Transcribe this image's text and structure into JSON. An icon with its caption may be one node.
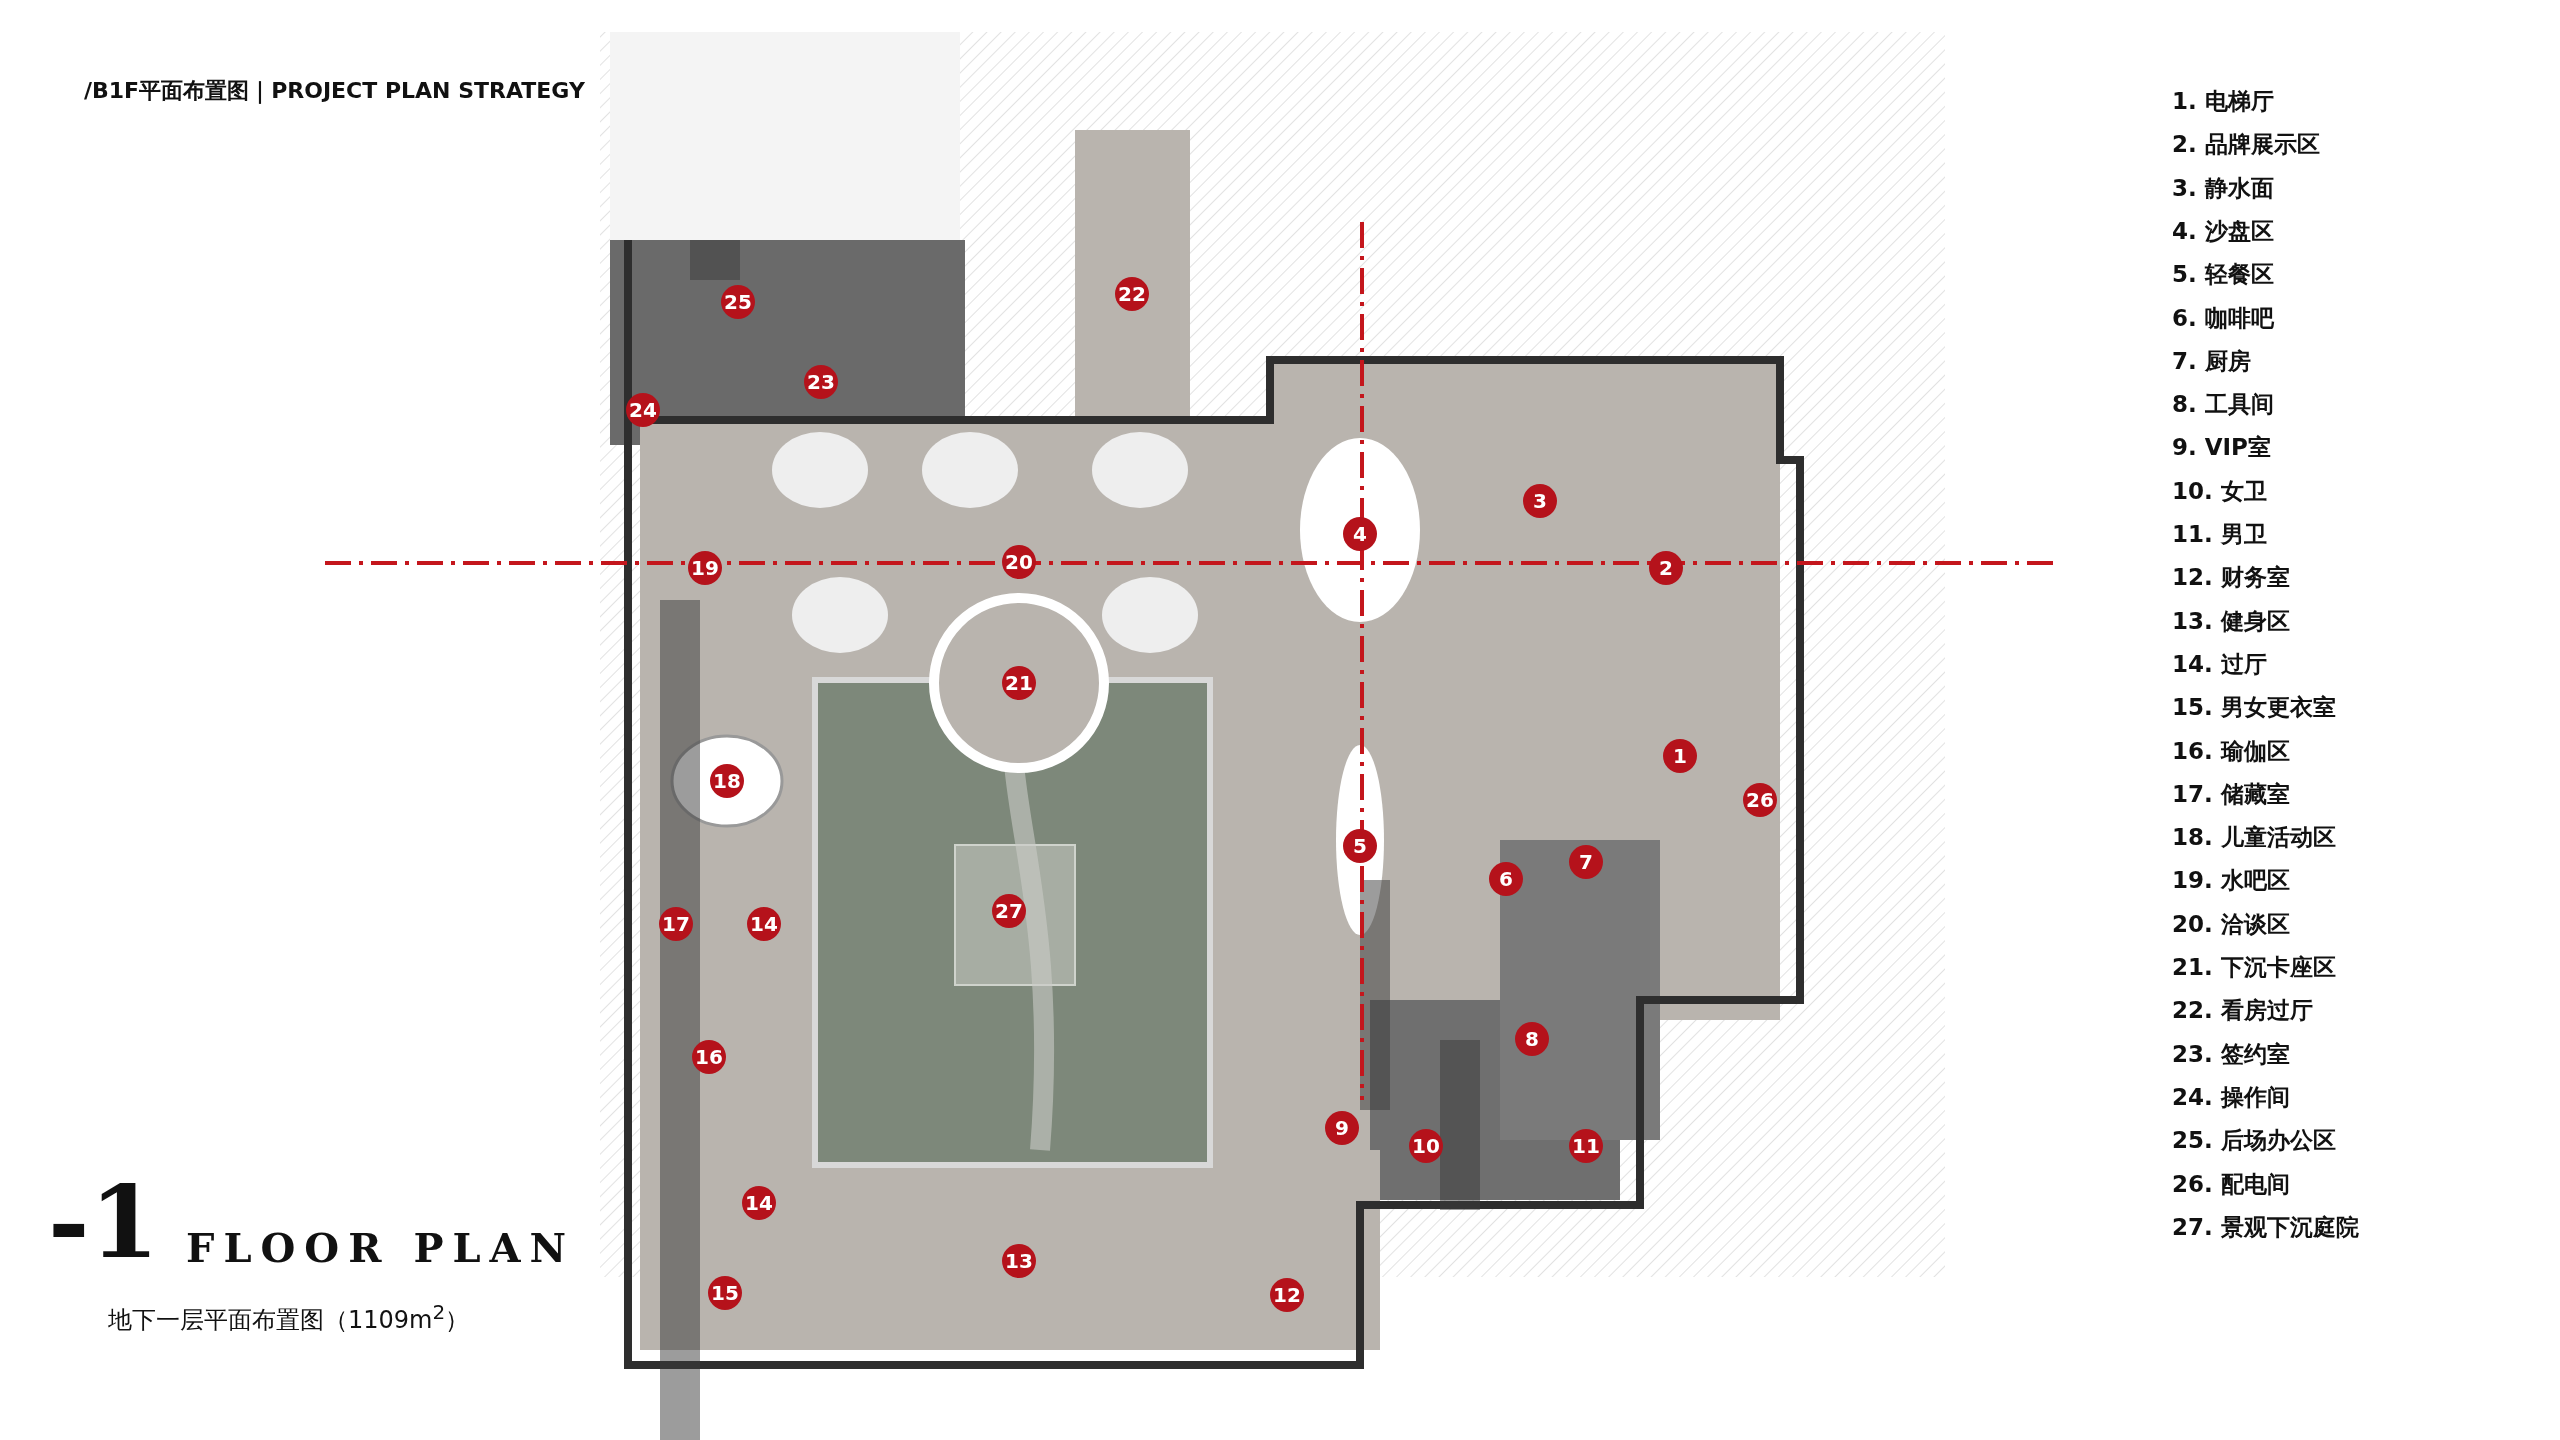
{
  "diagram": {
    "title": "/B1F平面布置图｜PROJECT PLAN STRATEGY",
    "labels": [
      "-1",
      "FLOOR PLAN",
      "地下一层平面布置图（1109m$^{2}$）",
      "1. 电梯厅",
      "2. 品牌展示区",
      "3. 静水面",
      "4. 沙盘区",
      "5. 轻餐区",
      "6. 咖啡吧",
      "7. 厨房",
      "8. 工具间",
      "9. VIP室",
      "10. 女卫",
      "11. 男卫",
      "12. 财务室",
      "13. 健身区",
      "14. 过厅",
      "15. 男女更衣室",
      "16. 瑜伽区",
      "17. 储藏室",
      "18. 儿童活动区",
      "19. 水吧区",
      "20. 洽谈区",
      "21. 下沉卡座区",
      "22. 看房过厅",
      "23. 签约室",
      "24. 操作间",
      "25. 后场办公区",
      "26. 配电间",
      "27. 景观下沉庭院",
      "1",
      "2",
      "3",
      "4",
      "5",
      "6",
      "7",
      "8",
      "9",
      "10",
      "11",
      "12",
      "13",
      "14",
      "14",
      "15",
      "16",
      "17",
      "18",
      "19",
      "20",
      "21",
      "22",
      "23",
      "24",
      "25",
      "26",
      "27"
    ]
  }
}
